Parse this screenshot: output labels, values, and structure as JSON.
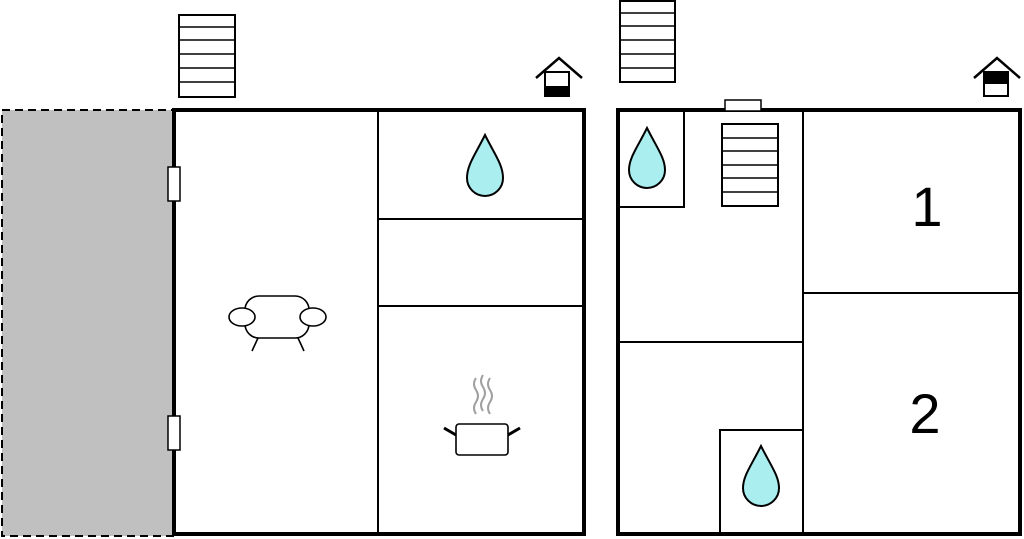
{
  "floors": [
    {
      "rooms": [
        {
          "type": "living-room",
          "icon": "sofa-icon"
        },
        {
          "type": "bathroom",
          "icon": "water-drop-icon"
        },
        {
          "type": "hallway"
        },
        {
          "type": "kitchen",
          "icon": "cooking-pot-icon"
        }
      ],
      "terrace": {
        "icon": "terrace-area"
      },
      "staircase": {
        "icon": "staircase-icon"
      },
      "level_indicator": {
        "icon": "house-ground-floor-icon",
        "level": "ground"
      }
    },
    {
      "rooms": [
        {
          "type": "bathroom",
          "icon": "water-drop-icon"
        },
        {
          "type": "staircase",
          "icon": "staircase-icon"
        },
        {
          "type": "bedroom",
          "label": "1"
        },
        {
          "type": "landing"
        },
        {
          "type": "bedroom",
          "label": "2"
        },
        {
          "type": "bathroom",
          "icon": "water-drop-icon"
        }
      ],
      "staircase": {
        "icon": "staircase-icon"
      },
      "level_indicator": {
        "icon": "house-upper-floor-icon",
        "level": "upper"
      }
    }
  ],
  "colors": {
    "wall": "#000000",
    "terrace": "#c0c0c0",
    "water": "#aaeef0",
    "background": "#ffffff",
    "steam": "#a0a0a0"
  }
}
